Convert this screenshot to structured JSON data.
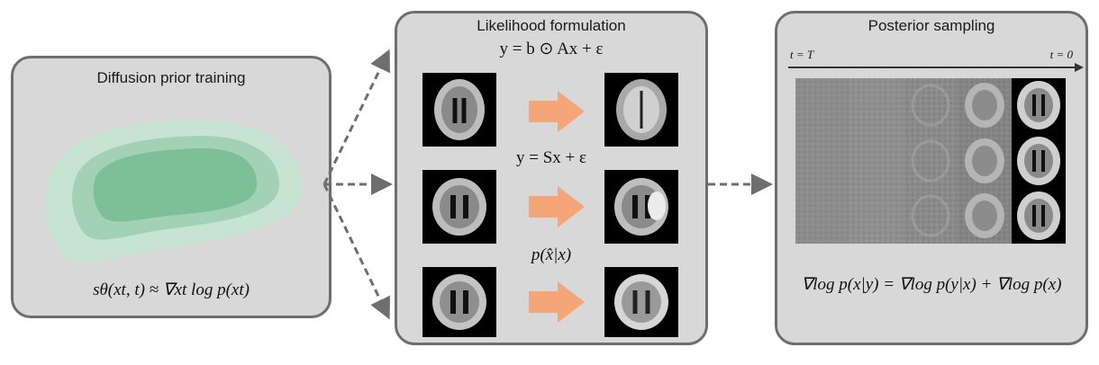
{
  "panels": {
    "prior": {
      "title": "Diffusion prior training",
      "equation": "sθ(xt, t) ≈ ∇xt log p(xt)"
    },
    "likelihood": {
      "title": "Likelihood formulation",
      "eq1": "y = b ⊙ Ax + ε",
      "eq2": "y = Sx + ε",
      "eq3": "p(x̂|x)"
    },
    "posterior": {
      "title": "Posterior sampling",
      "t_start": "t = T",
      "t_end": "t = 0",
      "equation": "∇log p(x|y) = ∇log p(y|x) + ∇log p(x)"
    }
  },
  "colors": {
    "panel_bg": "#d8d8d8",
    "panel_border": "#6e6e6e",
    "contour_outer": "#c7e4d2",
    "contour_mid": "#a3d1b5",
    "contour_inner": "#7cbf98",
    "arrow_orange": "#f5a679",
    "dashed_arrow": "#6e6e6e"
  },
  "icons": [
    "brain-mri-icon",
    "orange-right-arrow-icon",
    "dashed-arrow-icon"
  ]
}
